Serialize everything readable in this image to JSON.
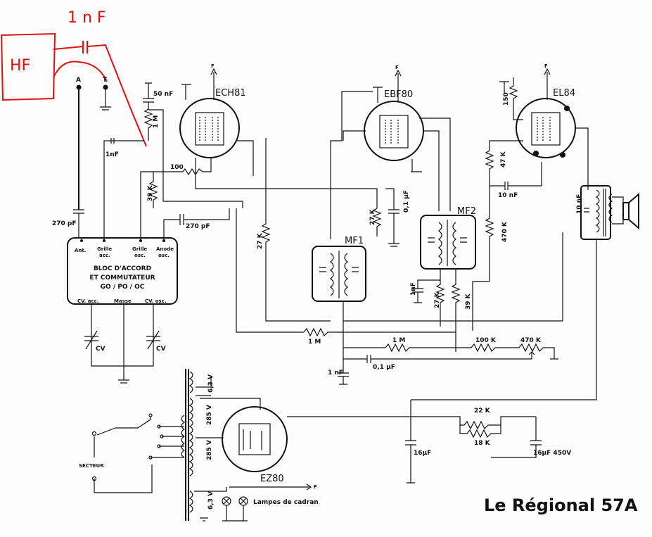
{
  "annotation": {
    "box_label": "HF",
    "cap_label": "1 n F",
    "color": "#e01010"
  },
  "title": "Le Régional 57A",
  "tubes": {
    "ech81": "ECH81",
    "ebf80": "EBF80",
    "el84": "EL84",
    "ez80": "EZ80"
  },
  "terminals": {
    "a": "A",
    "t": "T"
  },
  "transformers": {
    "mf1": "MF1",
    "mf2": "MF2"
  },
  "bloc": {
    "line1": "BLOC D'ACCORD",
    "line2": "ET COMMUTATEUR",
    "line3": "GO / PO / OC",
    "pins_top": {
      "ant": "Ant.",
      "grille_acc_1": "Grille",
      "grille_acc_2": "acc.",
      "grille_osc_1": "Grille",
      "grille_osc_2": "osc.",
      "anode_osc_1": "Anode",
      "anode_osc_2": "osc."
    },
    "pins_bottom": {
      "cv_acc": "CV. acc.",
      "masse": "Masse",
      "cv_osc": "CV. osc."
    }
  },
  "components": {
    "c_50nF": "50 nF",
    "r_1M_grid": "1 M",
    "c_1nF": "1nF",
    "r_100": "100",
    "r_39K_osc": "39 K",
    "c_270pF_ant": "270 pF",
    "c_270pF_osc": "270 pF",
    "r_27K_ech": "27 K",
    "r_27K_mf1": "27 K",
    "c_0_1uF_top": "0,1 µF",
    "r_150": "150",
    "r_47K": "47 K",
    "c_10nF_el84": "10 nF",
    "r_470K_el84": "470 K",
    "c_10nF_out": "10 nF",
    "c_1nF_mf2": "1nF",
    "r_27K_mf2": "27 K",
    "r_39K_mf2": "39 K",
    "r_1M_mid": "1 M",
    "r_1M_bus": "1 M",
    "r_100K": "100 K",
    "r_470K_vol": "470 K",
    "c_1nF_low": "1 nF",
    "c_0_1uF_low": "0,1 µF",
    "cv1": "CV",
    "cv2": "CV",
    "w_6_3V_top": "6,3 V",
    "w_285V_a": "285 V",
    "w_285V_b": "285 V",
    "w_6_3V_bot": "6,3 V",
    "r_22K": "22 K",
    "r_18K": "18 K",
    "c_16uF": "16µF",
    "c_16uF_450V": "16µF 450V",
    "secteur": "SECTEUR",
    "lampes": "Lampes de cadran",
    "f1": "F",
    "f2": "F",
    "f3": "F",
    "f4": "F"
  }
}
